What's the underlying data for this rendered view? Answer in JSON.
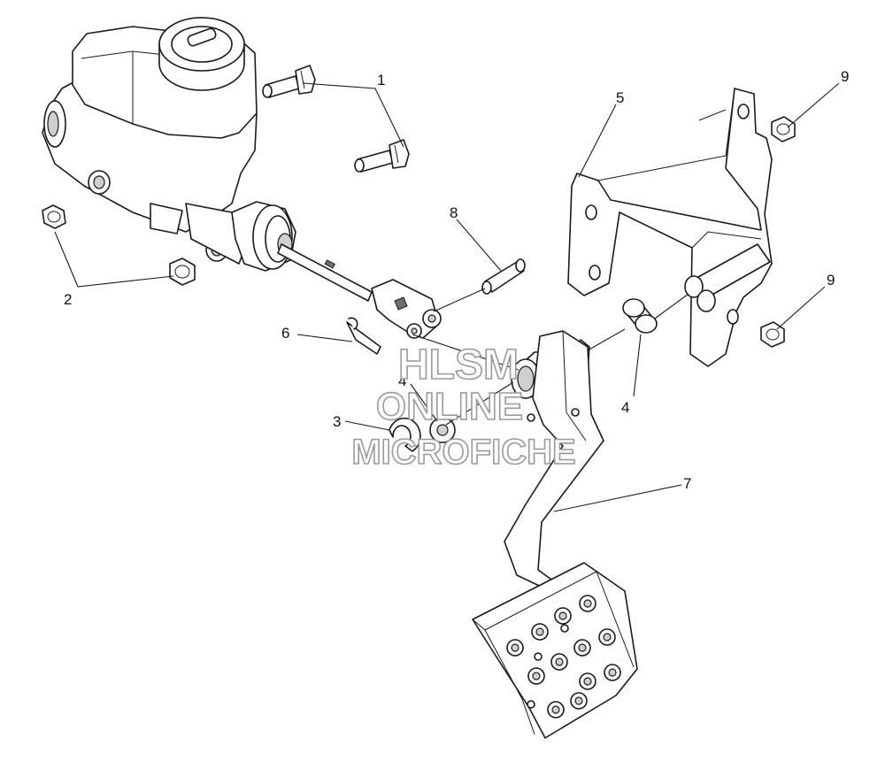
{
  "watermark": {
    "line1": "HLSM",
    "line2": "ONLINE",
    "line3": "MICROFICHE"
  },
  "callouts": {
    "c1": "1",
    "c2": "2",
    "c3": "3",
    "c4a": "4",
    "c4b": "4",
    "c5": "5",
    "c6": "6",
    "c7": "7",
    "c8": "8",
    "c9a": "9",
    "c9b": "9"
  }
}
